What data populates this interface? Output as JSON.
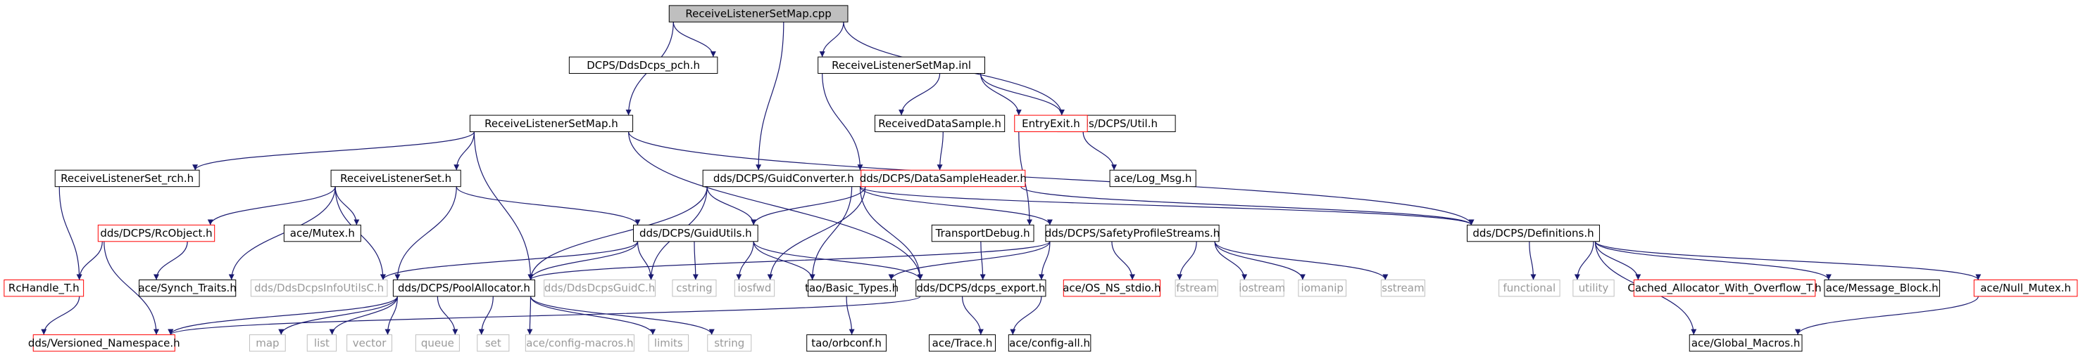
{
  "colors": {
    "edge": "#191970",
    "node_border": "#000000",
    "root_fill": "#bfbfbf",
    "missing_border": "#ff0000",
    "external_border": "#bfbfbf",
    "external_text": "#999999"
  },
  "nodes": [
    {
      "id": "root",
      "label": "ReceiveListenerSetMap.cpp",
      "style": "root"
    },
    {
      "id": "pch",
      "label": "DCPS/DdsDcps_pch.h",
      "style": "normal"
    },
    {
      "id": "inl",
      "label": "ReceiveListenerSetMap.inl",
      "style": "normal"
    },
    {
      "id": "util",
      "label": "dds/DCPS/Util.h",
      "style": "normal"
    },
    {
      "id": "maph",
      "label": "ReceiveListenerSetMap.h",
      "style": "normal"
    },
    {
      "id": "rds",
      "label": "ReceivedDataSample.h",
      "style": "normal"
    },
    {
      "id": "entry",
      "label": "EntryExit.h",
      "style": "missing"
    },
    {
      "id": "lrch",
      "label": "ReceiveListenerSet_rch.h",
      "style": "normal"
    },
    {
      "id": "lset",
      "label": "ReceiveListenerSet.h",
      "style": "normal"
    },
    {
      "id": "gconv",
      "label": "dds/DCPS/GuidConverter.h",
      "style": "normal"
    },
    {
      "id": "dsh",
      "label": "dds/DCPS/DataSampleHeader.h",
      "style": "missing"
    },
    {
      "id": "logmsg",
      "label": "ace/Log_Msg.h",
      "style": "normal"
    },
    {
      "id": "rcobj",
      "label": "dds/DCPS/RcObject.h",
      "style": "missing"
    },
    {
      "id": "mutex",
      "label": "ace/Mutex.h",
      "style": "normal"
    },
    {
      "id": "gutils",
      "label": "dds/DCPS/GuidUtils.h",
      "style": "normal"
    },
    {
      "id": "tdebug",
      "label": "TransportDebug.h",
      "style": "normal"
    },
    {
      "id": "sps",
      "label": "dds/DCPS/SafetyProfileStreams.h",
      "style": "normal"
    },
    {
      "id": "defs",
      "label": "dds/DCPS/Definitions.h",
      "style": "normal"
    },
    {
      "id": "rch",
      "label": "RcHandle_T.h",
      "style": "missing"
    },
    {
      "id": "synch",
      "label": "ace/Synch_Traits.h",
      "style": "normal"
    },
    {
      "id": "infoutils",
      "label": "dds/DdsDcpsInfoUtilsC.h",
      "style": "external"
    },
    {
      "id": "pool",
      "label": "dds/DCPS/PoolAllocator.h",
      "style": "normal"
    },
    {
      "id": "guidc",
      "label": "dds/DdsDcpsGuidC.h",
      "style": "external"
    },
    {
      "id": "cstring",
      "label": "cstring",
      "style": "external"
    },
    {
      "id": "iosfwd",
      "label": "iosfwd",
      "style": "external"
    },
    {
      "id": "basic",
      "label": "tao/Basic_Types.h",
      "style": "normal"
    },
    {
      "id": "export",
      "label": "dds/DCPS/dcps_export.h",
      "style": "normal"
    },
    {
      "id": "osns",
      "label": "ace/OS_NS_stdio.h",
      "style": "missing"
    },
    {
      "id": "fstream",
      "label": "fstream",
      "style": "external"
    },
    {
      "id": "iostream",
      "label": "iostream",
      "style": "external"
    },
    {
      "id": "iomanip",
      "label": "iomanip",
      "style": "external"
    },
    {
      "id": "sstream",
      "label": "sstream",
      "style": "external"
    },
    {
      "id": "functional",
      "label": "functional",
      "style": "external"
    },
    {
      "id": "utility",
      "label": "utility",
      "style": "external"
    },
    {
      "id": "cached",
      "label": "Cached_Allocator_With_Overflow_T.h",
      "style": "missing"
    },
    {
      "id": "msgblock",
      "label": "ace/Message_Block.h",
      "style": "normal"
    },
    {
      "id": "nullmutex",
      "label": "ace/Null_Mutex.h",
      "style": "missing"
    },
    {
      "id": "versioned",
      "label": "dds/Versioned_Namespace.h",
      "style": "missing"
    },
    {
      "id": "map",
      "label": "map",
      "style": "external"
    },
    {
      "id": "list",
      "label": "list",
      "style": "external"
    },
    {
      "id": "vector",
      "label": "vector",
      "style": "external"
    },
    {
      "id": "queue",
      "label": "queue",
      "style": "external"
    },
    {
      "id": "set",
      "label": "set",
      "style": "external"
    },
    {
      "id": "cfgmacros",
      "label": "ace/config-macros.h",
      "style": "external"
    },
    {
      "id": "limits",
      "label": "limits",
      "style": "external"
    },
    {
      "id": "string",
      "label": "string",
      "style": "external"
    },
    {
      "id": "orbconf",
      "label": "tao/orbconf.h",
      "style": "normal"
    },
    {
      "id": "trace",
      "label": "ace/Trace.h",
      "style": "normal"
    },
    {
      "id": "cfgall",
      "label": "ace/config-all.h",
      "style": "normal"
    },
    {
      "id": "globalmacros",
      "label": "ace/Global_Macros.h",
      "style": "normal"
    }
  ],
  "edges": [
    [
      "root",
      "pch"
    ],
    [
      "root",
      "inl"
    ],
    [
      "root",
      "util"
    ],
    [
      "root",
      "maph"
    ],
    [
      "root",
      "gconv"
    ],
    [
      "inl",
      "util"
    ],
    [
      "inl",
      "rds"
    ],
    [
      "inl",
      "entry"
    ],
    [
      "inl",
      "gconv"
    ],
    [
      "rds",
      "dsh"
    ],
    [
      "entry",
      "logmsg"
    ],
    [
      "entry",
      "tdebug"
    ],
    [
      "maph",
      "lrch"
    ],
    [
      "maph",
      "lset"
    ],
    [
      "maph",
      "pool"
    ],
    [
      "maph",
      "export"
    ],
    [
      "maph",
      "defs"
    ],
    [
      "lrch",
      "rch"
    ],
    [
      "lset",
      "rcobj"
    ],
    [
      "lset",
      "mutex"
    ],
    [
      "lset",
      "synch"
    ],
    [
      "lset",
      "gutils"
    ],
    [
      "lset",
      "pool"
    ],
    [
      "lset",
      "infoutils"
    ],
    [
      "gconv",
      "gutils"
    ],
    [
      "gconv",
      "sps"
    ],
    [
      "gconv",
      "pool"
    ],
    [
      "gconv",
      "guidc"
    ],
    [
      "gconv",
      "basic"
    ],
    [
      "gconv",
      "export"
    ],
    [
      "gconv",
      "defs"
    ],
    [
      "dsh",
      "gutils"
    ],
    [
      "dsh",
      "iosfwd"
    ],
    [
      "dsh",
      "defs"
    ],
    [
      "rcobj",
      "rch"
    ],
    [
      "rcobj",
      "synch"
    ],
    [
      "rcobj",
      "versioned"
    ],
    [
      "rch",
      "versioned"
    ],
    [
      "gutils",
      "infoutils"
    ],
    [
      "gutils",
      "pool"
    ],
    [
      "gutils",
      "guidc"
    ],
    [
      "gutils",
      "cstring"
    ],
    [
      "gutils",
      "iosfwd"
    ],
    [
      "gutils",
      "basic"
    ],
    [
      "gutils",
      "export"
    ],
    [
      "tdebug",
      "export"
    ],
    [
      "sps",
      "pool"
    ],
    [
      "sps",
      "basic"
    ],
    [
      "sps",
      "export"
    ],
    [
      "sps",
      "osns"
    ],
    [
      "sps",
      "fstream"
    ],
    [
      "sps",
      "iostream"
    ],
    [
      "sps",
      "iomanip"
    ],
    [
      "sps",
      "sstream"
    ],
    [
      "pool",
      "versioned"
    ],
    [
      "pool",
      "map"
    ],
    [
      "pool",
      "list"
    ],
    [
      "pool",
      "vector"
    ],
    [
      "pool",
      "queue"
    ],
    [
      "pool",
      "set"
    ],
    [
      "pool",
      "cfgmacros"
    ],
    [
      "pool",
      "limits"
    ],
    [
      "pool",
      "string"
    ],
    [
      "basic",
      "orbconf"
    ],
    [
      "export",
      "trace"
    ],
    [
      "export",
      "cfgall"
    ],
    [
      "export",
      "versioned"
    ],
    [
      "defs",
      "functional"
    ],
    [
      "defs",
      "utility"
    ],
    [
      "defs",
      "cached"
    ],
    [
      "defs",
      "msgblock"
    ],
    [
      "defs",
      "nullmutex"
    ],
    [
      "defs",
      "globalmacros"
    ],
    [
      "nullmutex",
      "globalmacros"
    ]
  ]
}
